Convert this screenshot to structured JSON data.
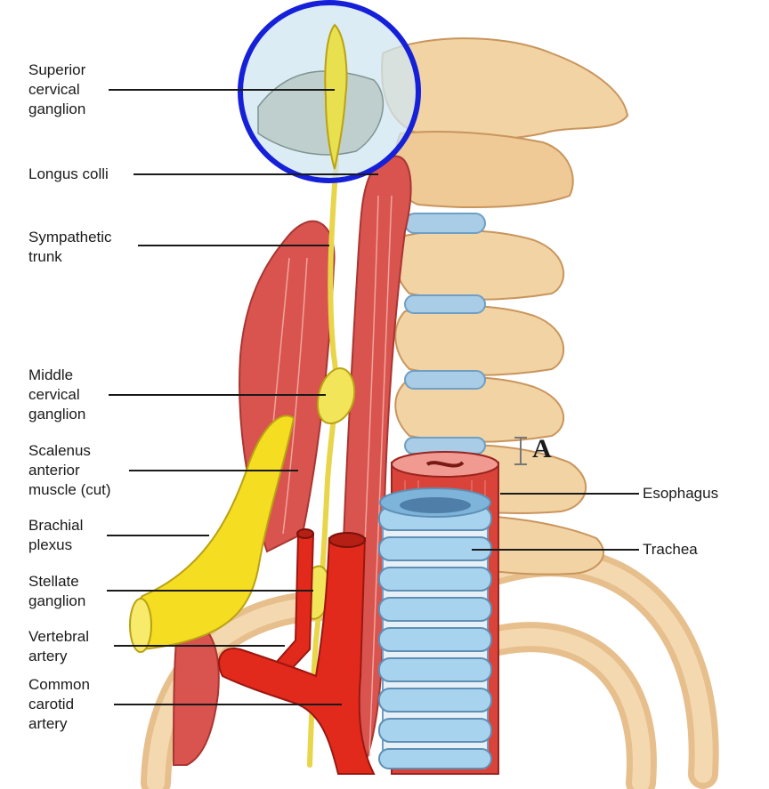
{
  "labels": {
    "superior_cervical_ganglion": "Superior\ncervical\nganglion",
    "longus_colli": "Longus colli",
    "sympathetic_trunk": "Sympathetic\ntrunk",
    "middle_cervical_ganglion": "Middle\ncervical\nganglion",
    "scalenus_anterior": "Scalenus\nanterior\nmuscle (cut)",
    "brachial_plexus": "Brachial\nplexus",
    "stellate_ganglion": "Stellate\nganglion",
    "vertebral_artery": "Vertebral\nartery",
    "common_carotid_artery": "Common\ncarotid\nartery",
    "esophagus": "Esophagus",
    "trachea": "Trachea",
    "marker_letter": "A"
  },
  "colors": {
    "bone": "#f2d3a4",
    "bone_shadow": "#d9ac74",
    "disc": "#a9cde6",
    "muscle": "#d9534f",
    "muscle_light": "#ec8a80",
    "nerve": "#f2e55a",
    "plexus": "#f5dd21",
    "artery": "#e22a1c",
    "trachea_ring": "#a8d3ef",
    "esophagus": "#d9433a",
    "highlight_circle": "#1520d8",
    "highlight_fill": "#cfe6f2"
  }
}
